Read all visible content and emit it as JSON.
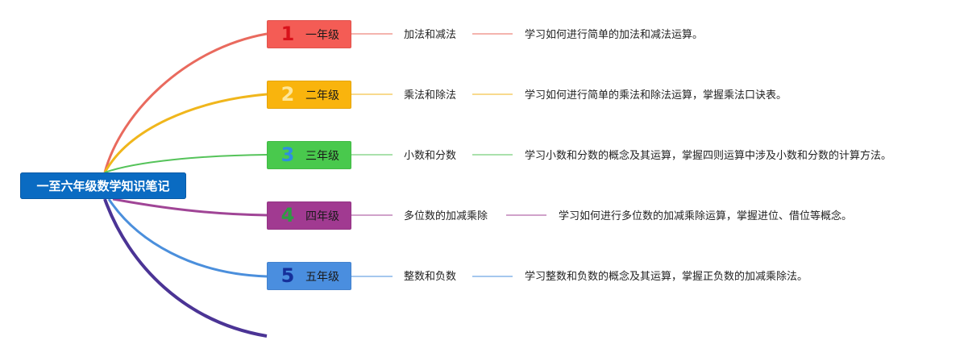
{
  "root": {
    "title": "一至六年级数学知识笔记",
    "color": "#0a6bc2"
  },
  "grades": [
    {
      "number": "1",
      "label": "一年级",
      "box_color": "#f45c55",
      "number_color": "#d8121b",
      "line_color": "#e96a5e",
      "topic": "加法和减法",
      "description": "学习如何进行简单的加法和减法运算。"
    },
    {
      "number": "2",
      "label": "二年级",
      "box_color": "#f9b40d",
      "number_color": "#fde69a",
      "line_color": "#f0b61c",
      "topic": "乘法和除法",
      "description": "学习如何进行简单的乘法和除法运算，掌握乘法口诀表。"
    },
    {
      "number": "3",
      "label": "三年级",
      "box_color": "#49c94d",
      "number_color": "#2e8ee0",
      "line_color": "#55c35a",
      "topic": "小数和分数",
      "description": "学习小数和分数的概念及其运算，掌握四则运算中涉及小数和分数的计算方法。"
    },
    {
      "number": "4",
      "label": "四年级",
      "box_color": "#a13a91",
      "number_color": "#2f9b43",
      "line_color": "#a04596",
      "topic": "多位数的加减乘除",
      "description": "学习如何进行多位数的加减乘除运算，掌握进位、借位等概念。"
    },
    {
      "number": "5",
      "label": "五年级",
      "box_color": "#4a8edf",
      "number_color": "#15309a",
      "line_color": "#4b8fdc",
      "topic": "整数和负数",
      "description": "学习整数和负数的概念及其运算，掌握正负数的加减乘除法。"
    }
  ],
  "sixth_branch_color": "#4b3495"
}
